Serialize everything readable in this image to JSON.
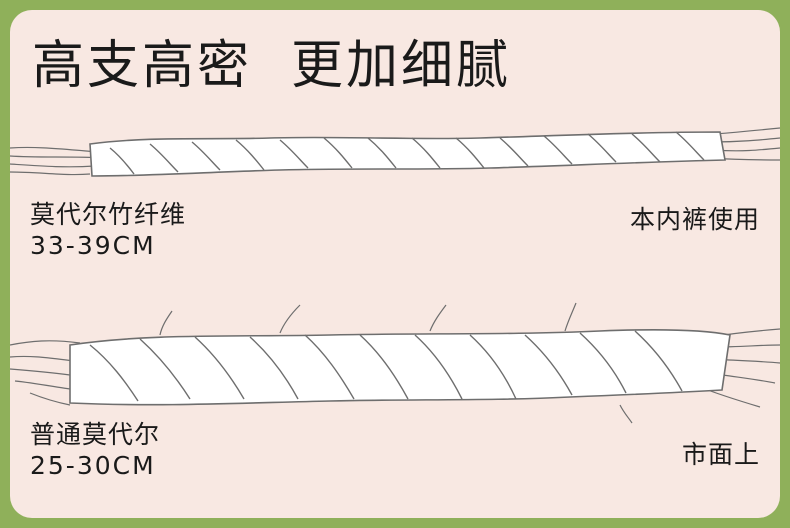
{
  "headline": "高支高密  更加细腻",
  "fine_rope": {
    "name": "莫代尔竹纤维",
    "spec": "33-39CM",
    "usage": "本内裤使用"
  },
  "coarse_rope": {
    "name": "普通莫代尔",
    "spec": "25-30CM",
    "usage": "市面上"
  },
  "colors": {
    "frame": "#8fb05a",
    "card": "#f8e8e2",
    "rope_fill": "#ffffff",
    "rope_stroke": "#6e6e6e"
  }
}
